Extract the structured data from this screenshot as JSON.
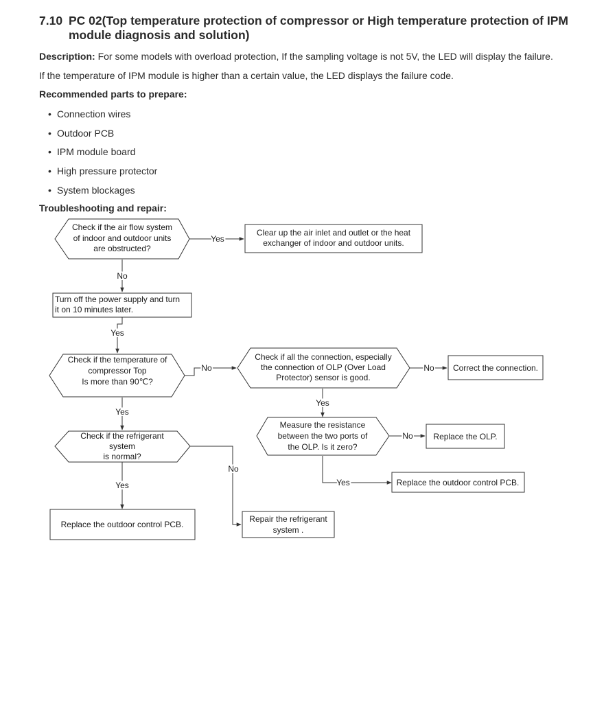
{
  "heading": {
    "number": "7.10",
    "title": "PC 02(Top temperature protection of compressor or High temperature protection of IPM module  diagnosis and solution)"
  },
  "description": {
    "label": "Description:",
    "text": " For some models with overload protection, If the sampling voltage is not 5V, the LED will display the failure.",
    "text2": "If the temperature of IPM module is higher than a certain value, the LED displays the failure code."
  },
  "parts": {
    "heading": "Recommended parts to prepare:",
    "items": [
      "Connection wires",
      "Outdoor PCB",
      "IPM module board",
      "High pressure protector",
      "System blockages"
    ]
  },
  "troubleshooting": {
    "heading": "Troubleshooting and repair:"
  },
  "flow": {
    "d1": [
      "Check if the air flow system",
      "of indoor and outdoor units",
      "are obstructed?"
    ],
    "b1": [
      "Clear up the air inlet and outlet or the heat",
      "exchanger of indoor and outdoor units."
    ],
    "b2": [
      "Turn off the power supply and turn",
      "it on 10 minutes later."
    ],
    "d2": [
      "Check  if the temperature of",
      "compressor Top",
      "Is  more than 90℃?"
    ],
    "d3": [
      "Check if all the connection, especially",
      "the connection of OLP (Over Load",
      "Protector) sensor is good."
    ],
    "b3": [
      "Correct the connection."
    ],
    "d4": [
      "Measure    the    resistance",
      "between  the  two  ports  of",
      "the OLP. Is it zero?"
    ],
    "b4": [
      "Replace the OLP."
    ],
    "b5": [
      "Replace the outdoor control PCB."
    ],
    "d5": [
      "Check if the refrigerant",
      "system",
      "is normal?"
    ],
    "b6": [
      "Replace the outdoor control PCB."
    ],
    "b7": [
      "Repair the refrigerant",
      "system ."
    ],
    "labels": {
      "yes1": "Yes",
      "no1": "No",
      "yes2": "Yes",
      "no2": "No",
      "no3": "No",
      "yes3": "Yes",
      "no4": "No",
      "yes4": "Yes",
      "yes5": "Yes",
      "no5": "No"
    }
  }
}
